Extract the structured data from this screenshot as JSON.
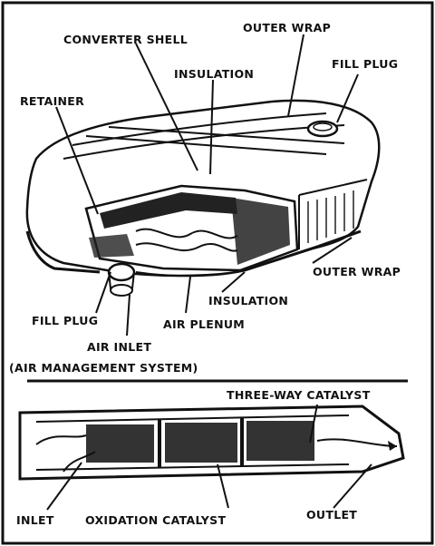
{
  "diagram": {
    "labels": {
      "converter_shell": "CONVERTER SHELL",
      "outer_wrap_top": "OUTER WRAP",
      "fill_plug_top": "FILL PLUG",
      "insulation_top": "INSULATION",
      "retainer": "RETAINER",
      "outer_wrap_right": "OUTER WRAP",
      "insulation_bottom": "INSULATION",
      "fill_plug_bottom": "FILL PLUG",
      "air_plenum": "AIR PLENUM",
      "air_inlet": "AIR INLET",
      "air_management": "(AIR MANAGEMENT SYSTEM)",
      "three_way_catalyst": "THREE-WAY CATALYST",
      "inlet": "INLET",
      "oxidation_catalyst": "OXIDATION CATALYST",
      "outlet": "OUTLET"
    }
  }
}
